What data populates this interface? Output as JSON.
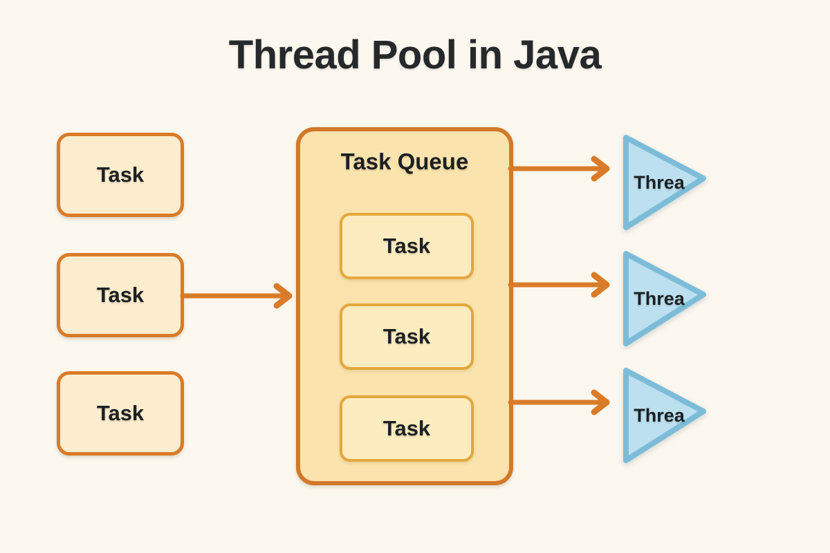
{
  "page": {
    "title": "Thread Pool in Java",
    "background_color": "#FDF8EF"
  },
  "colors": {
    "accent_orange": "#D97B28",
    "queue_border": "#D2782A",
    "queue_fill": "#FAE3AC",
    "task_fill": "#FBEDCE",
    "inner_task_fill": "#FDECC0",
    "inner_task_border": "#E3A83C",
    "thread_fill": "#BCE0EF",
    "thread_border": "#7CBCD8",
    "text_dark": "#1C2023"
  },
  "incoming_tasks": [
    {
      "label": "Task"
    },
    {
      "label": "Task"
    },
    {
      "label": "Task"
    }
  ],
  "queue": {
    "title": "Task Queue",
    "items": [
      {
        "label": "Task"
      },
      {
        "label": "Task"
      },
      {
        "label": "Task"
      }
    ]
  },
  "threads": [
    {
      "label": "Threa"
    },
    {
      "label": "Threa"
    },
    {
      "label": "Threa"
    }
  ],
  "arrows": [
    {
      "name": "task-to-queue",
      "from": "Task",
      "to": "Task Queue"
    },
    {
      "name": "queue-to-thread-1",
      "from": "Task Queue",
      "to": "Threa"
    },
    {
      "name": "queue-to-thread-2",
      "from": "Task Queue",
      "to": "Threa"
    },
    {
      "name": "queue-to-thread-3",
      "from": "Task Queue",
      "to": "Threa"
    }
  ]
}
